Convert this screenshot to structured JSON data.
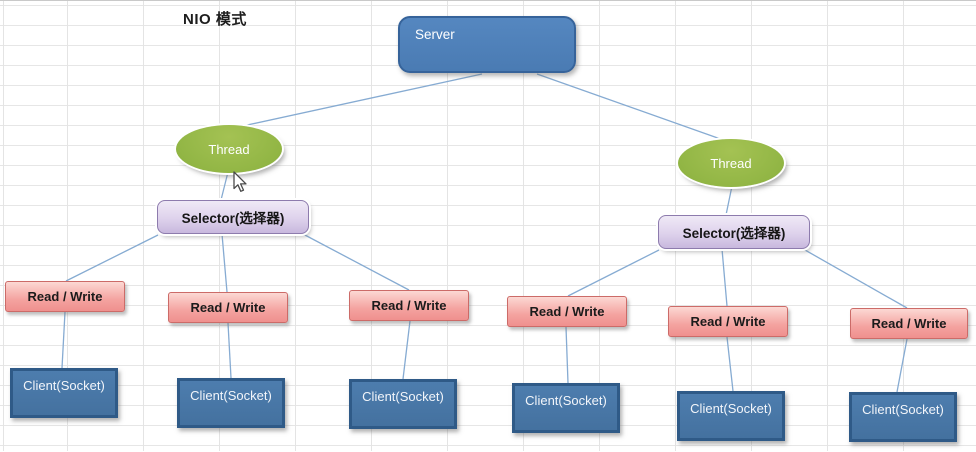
{
  "title": "NIO 模式",
  "nodes": {
    "server": {
      "label": "Server"
    },
    "threads": [
      {
        "label": "Thread"
      },
      {
        "label": "Thread"
      }
    ],
    "selectors": [
      {
        "label": "Selector(选择器)"
      },
      {
        "label": "Selector(选择器)"
      }
    ],
    "read_write": [
      {
        "label": "Read / Write"
      },
      {
        "label": "Read / Write"
      },
      {
        "label": "Read / Write"
      },
      {
        "label": "Read / Write"
      },
      {
        "label": "Read / Write"
      },
      {
        "label": "Read / Write"
      }
    ],
    "clients": [
      {
        "label": "Client(Socket)"
      },
      {
        "label": "Client(Socket)"
      },
      {
        "label": "Client(Socket)"
      },
      {
        "label": "Client(Socket)"
      },
      {
        "label": "Client(Socket)"
      },
      {
        "label": "Client(Socket)"
      }
    ]
  },
  "colors": {
    "node_blue": "#4f81bd",
    "node_blue_border": "#2f5a87",
    "node_green": "#92b645",
    "node_pink": "#f4a3a0",
    "node_pink_border": "#cc6b68",
    "node_purple": "#d5c7e7",
    "node_purple_border": "#8d7bad",
    "connector": "#86abd2",
    "gridline": "#e4e4e4",
    "background": "#ffffff"
  }
}
